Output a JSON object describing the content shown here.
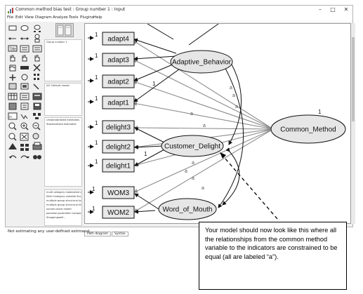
{
  "window": {
    "title": "Common method bias test : Group number 1 : Input",
    "minimize": "–",
    "maximize": "□",
    "close": "✕"
  },
  "menu": [
    "File",
    "Edit",
    "View",
    "Diagram",
    "Analyze",
    "Tools",
    "Plugins",
    "Help"
  ],
  "panels": {
    "groups": [
      "Group number 1"
    ],
    "models": [
      "XX: Default model"
    ],
    "estimates": [
      "Unstandardized estimates",
      "Standardized estimates"
    ],
    "files": [
      "multi category moderated c...",
      "Multi Category variable Stu...",
      "multiple group structural ta...",
      "multiple group structural te...",
      "nonrecursive model",
      "pairwise parameter compar...",
      "Shoppingwell..."
    ]
  },
  "diagram": {
    "indicators": [
      "adapt4",
      "adapt3",
      "adapt2",
      "adapt1",
      "delight3",
      "delight2",
      "delight1",
      "WOM3",
      "WOM2"
    ],
    "latents": [
      "Adaptive_Behavior",
      "Customer_Delight",
      "Word_of_Mouth",
      "Common_Method"
    ],
    "loading_label": "1",
    "constraint_label": "a"
  },
  "tabs": [
    "Path diagram",
    "Syntax"
  ],
  "status": "Not estimating any user-defined estimand.",
  "callout": "Your model should now look like this where all the relationships from the common method variable to the indicators are constrained to be equal (all are labeled “a”).",
  "colors": {
    "box_fill": "#e8e8e8",
    "ellipse_fill": "#e6e6e6",
    "gray_path": "#8c8c8c"
  }
}
